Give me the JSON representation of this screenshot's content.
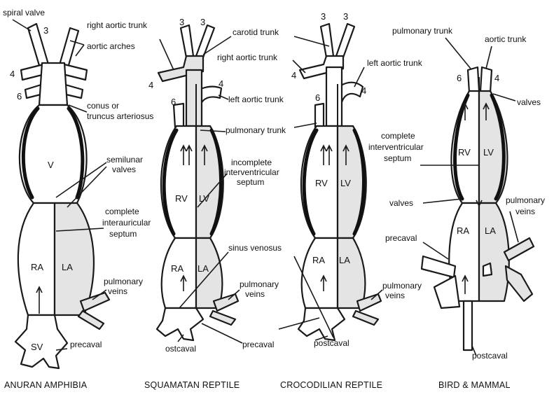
{
  "labels": {
    "spiral_valve": "spiral valve",
    "right_aortic_trunk": "right aortic trunk",
    "aortic_arches": "aortic arches",
    "conus_line1": "conus or",
    "conus_line2": "truncus arteriosus",
    "semilunar_line1": "semilunar",
    "semilunar_line2": "valves",
    "complete_interauricular_line1": "complete",
    "complete_interauricular_line2": "interauricular",
    "complete_interauricular_line3": "septum",
    "carotid_trunk": "carotid trunk",
    "right_aortic_trunk_2": "right aortic trunk",
    "left_aortic_trunk": "left aortic trunk",
    "left_aortic_trunk_2": "left aortic trunk",
    "pulmonary_trunk": "pulmonary trunk",
    "incomplete_line1": "incomplete",
    "incomplete_line2": "interventricular",
    "incomplete_line3": "septum",
    "sinus_venosus": "sinus venosus",
    "pulmonary_veins_1_line1": "pulmonary",
    "pulmonary_veins_1_line2": "veins",
    "pulmonary_veins_2_line1": "pulmonary",
    "pulmonary_veins_2_line2": "veins",
    "pulmonary_veins_3_line1": "pulmonary",
    "pulmonary_veins_3_line2": "veins",
    "pulmonary_veins_4_line1": "pulmonary",
    "pulmonary_veins_4_line2": "veins",
    "pulmonary_trunk_2": "pulmonary trunk",
    "aortic_trunk": "aortic trunk",
    "valves_top": "valves",
    "complete_interventricular_line1": "complete",
    "complete_interventricular_line2": "interventricular",
    "complete_interventricular_line3": "septum",
    "valves_mid": "valves",
    "precaval_1": "precaval",
    "precaval_2": "precaval",
    "precaval_3": "precaval",
    "ostcaval": "ostcaval",
    "postcaval_1": "postcaval",
    "postcaval_2": "postcaval"
  },
  "chambers": {
    "V": "V",
    "RA": "RA",
    "LA": "LA",
    "SV": "SV",
    "RV": "RV",
    "LV": "LV"
  },
  "numbers": {
    "three": "3",
    "four": "4",
    "six": "6"
  },
  "captions": {
    "anuran": "ANURAN AMPHIBIA",
    "squamatan": "SQUAMATAN REPTILE",
    "crocodilian": "CROCODILIAN REPTILE",
    "bird_mammal": "BIRD & MAMMAL"
  }
}
